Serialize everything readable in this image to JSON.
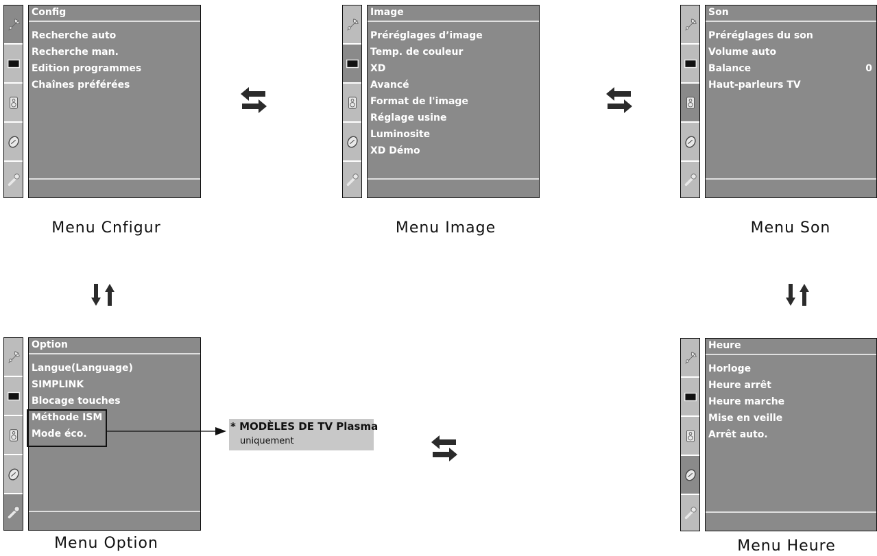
{
  "menus": {
    "config": {
      "title": "Config",
      "items": [
        "Recherche auto",
        "Recherche man.",
        "Edition programmes",
        "Chaînes préférées"
      ],
      "caption": "Menu Cnfigur"
    },
    "image": {
      "title": "Image",
      "items": [
        "Préréglages d’image",
        "Temp. de couleur",
        "XD",
        "Avancé",
        "Format de l'image",
        "Réglage usine",
        "Luminosite",
        "XD Démo"
      ],
      "caption": "Menu Image"
    },
    "son": {
      "title": "Son",
      "items": [
        "Préréglages du son",
        "Volume auto",
        "Balance",
        "Haut-parleurs TV"
      ],
      "balance_value": "0",
      "caption": "Menu Son"
    },
    "option": {
      "title": "Option",
      "items": [
        "Langue(Language)",
        "SIMPLINK",
        "Blocage touches",
        "Méthode ISM",
        "Mode éco."
      ],
      "caption": "Menu Option"
    },
    "heure": {
      "title": "Heure",
      "items": [
        "Horloge",
        "Heure arrêt",
        "Heure marche",
        "Mise en veille",
        "Arrêt auto."
      ],
      "caption": "Menu Heure"
    }
  },
  "note": {
    "asterisk": "*",
    "line1": "MODÈLES DE TV Plasma",
    "line2": "uniquement"
  },
  "icons": [
    "satellite-dish-icon",
    "picture-screen-icon",
    "speaker-icon",
    "clock-dial-icon",
    "key-icon"
  ],
  "colors": {
    "panel": "#8a8a8a",
    "sidebar": "#bcbcbc",
    "text": "#ffffff",
    "note_bg": "#c8c8c8"
  }
}
